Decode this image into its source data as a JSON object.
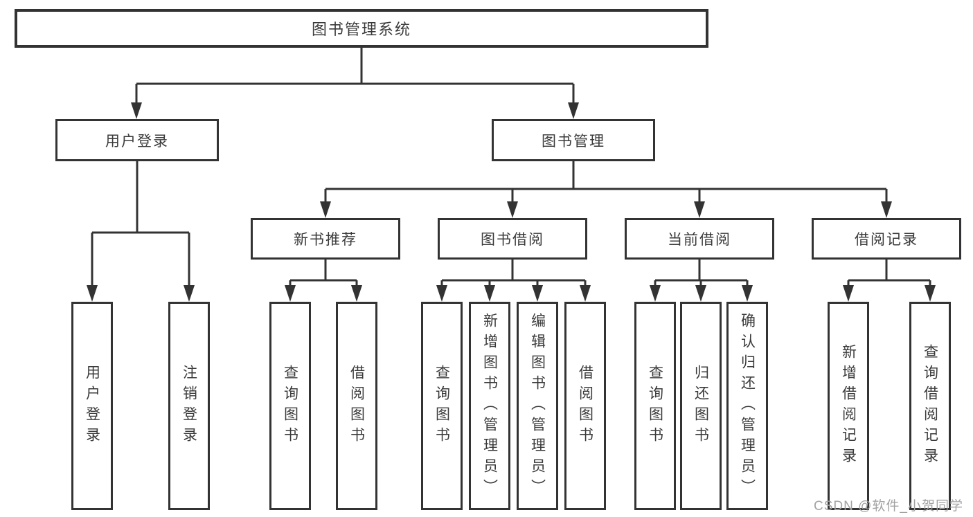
{
  "tree": {
    "root": {
      "label": "图书管理系统",
      "children": [
        {
          "label": "用户登录",
          "children": [
            {
              "label": "用户登录"
            },
            {
              "label": "注销登录"
            }
          ]
        },
        {
          "label": "图书管理",
          "children": [
            {
              "label": "新书推荐",
              "children": [
                {
                  "label": "查询图书"
                },
                {
                  "label": "借阅图书"
                }
              ]
            },
            {
              "label": "图书借阅",
              "children": [
                {
                  "label": "查询图书"
                },
                {
                  "label": "新增图书（管理员）"
                },
                {
                  "label": "编辑图书（管理员）"
                },
                {
                  "label": "借阅图书"
                }
              ]
            },
            {
              "label": "当前借阅",
              "children": [
                {
                  "label": "查询图书"
                },
                {
                  "label": "归还图书"
                },
                {
                  "label": "确认归还（管理员）"
                }
              ]
            },
            {
              "label": "借阅记录",
              "children": [
                {
                  "label": "新增借阅记录"
                },
                {
                  "label": "查询借阅记录"
                }
              ]
            }
          ]
        }
      ]
    }
  },
  "watermark": {
    "text": "CSDN @软件_小贺同学"
  },
  "colors": {
    "line": "#333333",
    "box_border": "#333333",
    "text": "#3a3a3a",
    "background": "#ffffff",
    "watermark": "#a3a3a3"
  }
}
